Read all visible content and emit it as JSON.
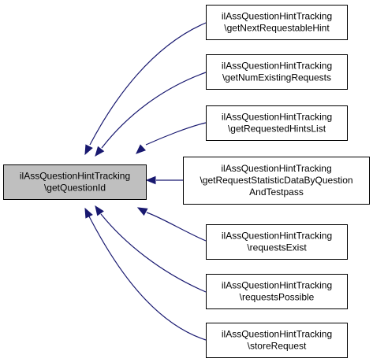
{
  "graph": {
    "focus_node": {
      "id": "getQuestionId",
      "lines": [
        "ilAssQuestionHintTracking",
        "\\getQuestionId"
      ]
    },
    "callers": [
      {
        "id": "getNextRequestableHint",
        "lines": [
          "ilAssQuestionHintTracking",
          "\\getNextRequestableHint"
        ]
      },
      {
        "id": "getNumExistingRequests",
        "lines": [
          "ilAssQuestionHintTracking",
          "\\getNumExistingRequests"
        ]
      },
      {
        "id": "getRequestedHintsList",
        "lines": [
          "ilAssQuestionHintTracking",
          "\\getRequestedHintsList"
        ]
      },
      {
        "id": "getRequestStatisticDataByQuestionAndTestpass",
        "lines": [
          "ilAssQuestionHintTracking",
          "\\getRequestStatisticDataByQuestion",
          "AndTestpass"
        ]
      },
      {
        "id": "requestsExist",
        "lines": [
          "ilAssQuestionHintTracking",
          "\\requestsExist"
        ]
      },
      {
        "id": "requestsPossible",
        "lines": [
          "ilAssQuestionHintTracking",
          "\\requestsPossible"
        ]
      },
      {
        "id": "storeRequest",
        "lines": [
          "ilAssQuestionHintTracking",
          "\\storeRequest"
        ]
      }
    ],
    "colors": {
      "edge": "#191970",
      "focus_fill": "#bfbfbf",
      "node_fill": "#ffffff",
      "border": "#000000"
    }
  }
}
